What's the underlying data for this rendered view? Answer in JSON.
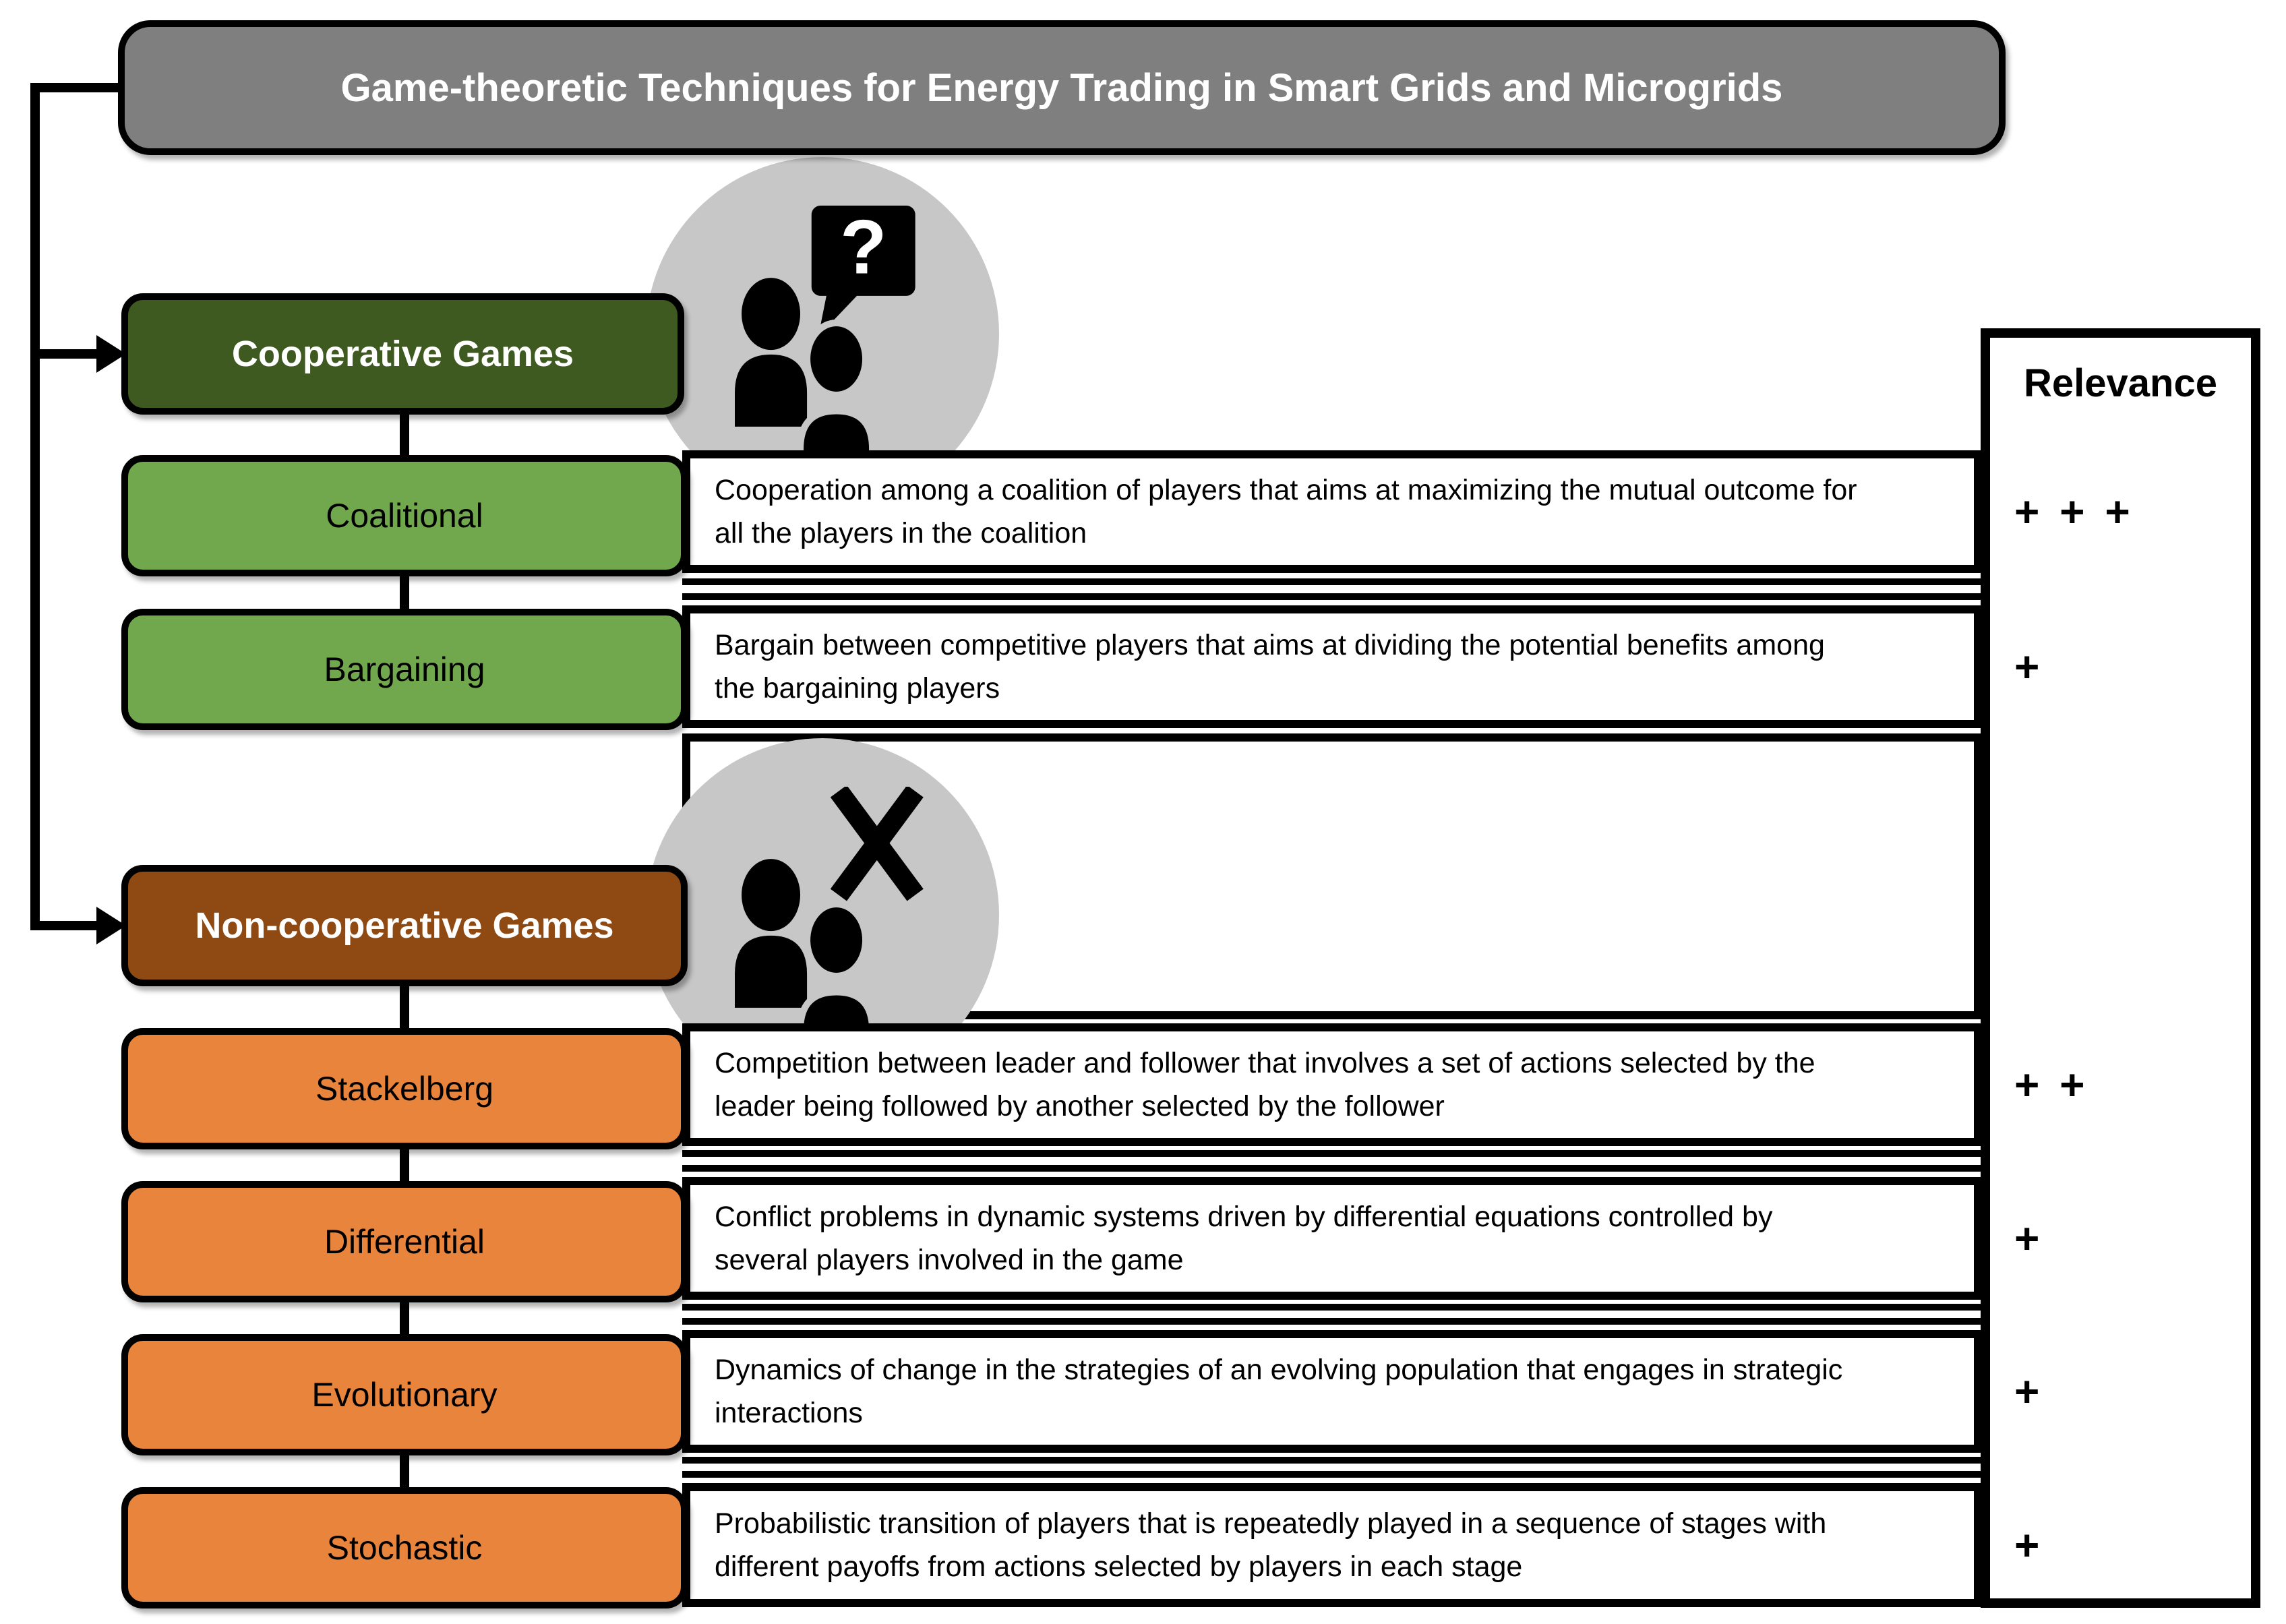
{
  "title": "Game-theoretic Techniques for Energy Trading in Smart Grids and Microgrids",
  "relevance": {
    "header": "Relevance"
  },
  "groups": [
    {
      "label": "Cooperative Games",
      "icon": "people-question-icon",
      "children": [
        {
          "label": "Coalitional",
          "description": "Cooperation among a coalition of players that aims at maximizing the mutual outcome for all the players in the coalition",
          "relevance": "+ + +"
        },
        {
          "label": "Bargaining",
          "description": "Bargain between competitive players that aims at dividing the potential benefits among the bargaining players",
          "relevance": "+"
        }
      ]
    },
    {
      "label": "Non-cooperative Games",
      "icon": "people-x-icon",
      "children": [
        {
          "label": "Stackelberg",
          "description": "Competition between leader and follower that involves a set of actions selected by the leader being followed by another selected by the follower",
          "relevance": "+ +"
        },
        {
          "label": "Differential",
          "description": "Conflict problems in dynamic systems driven by differential equations controlled by several players involved in the game",
          "relevance": "+"
        },
        {
          "label": "Evolutionary",
          "description": "Dynamics of change in the strategies of an evolving population that engages in strategic interactions",
          "relevance": "+"
        },
        {
          "label": "Stochastic",
          "description": "Probabilistic transition of players that is repeatedly played in a sequence of stages with different payoffs from actions selected by players in each stage",
          "relevance": "+"
        }
      ]
    }
  ],
  "colors": {
    "title_gray": "#7f7f7f",
    "cooperative_dark_green": "#3e5a21",
    "subnode_green": "#71a84e",
    "noncooperative_brown": "#8e4a12",
    "subnode_orange": "#e8843b",
    "icon_circle_gray": "#c7c7c7",
    "border_black": "#000000"
  }
}
